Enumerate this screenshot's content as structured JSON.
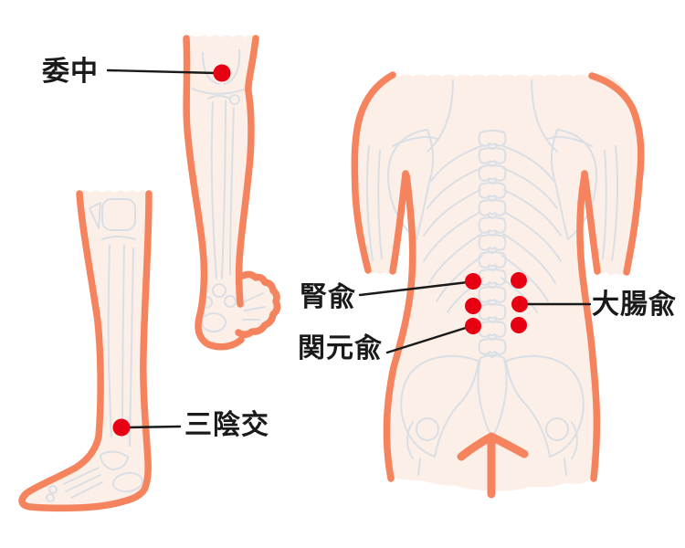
{
  "labels": {
    "ichu": "委中",
    "saninko": "三陰交",
    "jinyu": "腎兪",
    "daichoyu": "大腸兪",
    "kangenyu": "関元兪"
  },
  "colors": {
    "outline": "#f5835d",
    "skin": "#fcefe8",
    "bone": "#dadfe6",
    "point": "#e60012",
    "line": "#1a1a1a",
    "text": "#1a1a1a",
    "background": "#ffffff"
  }
}
